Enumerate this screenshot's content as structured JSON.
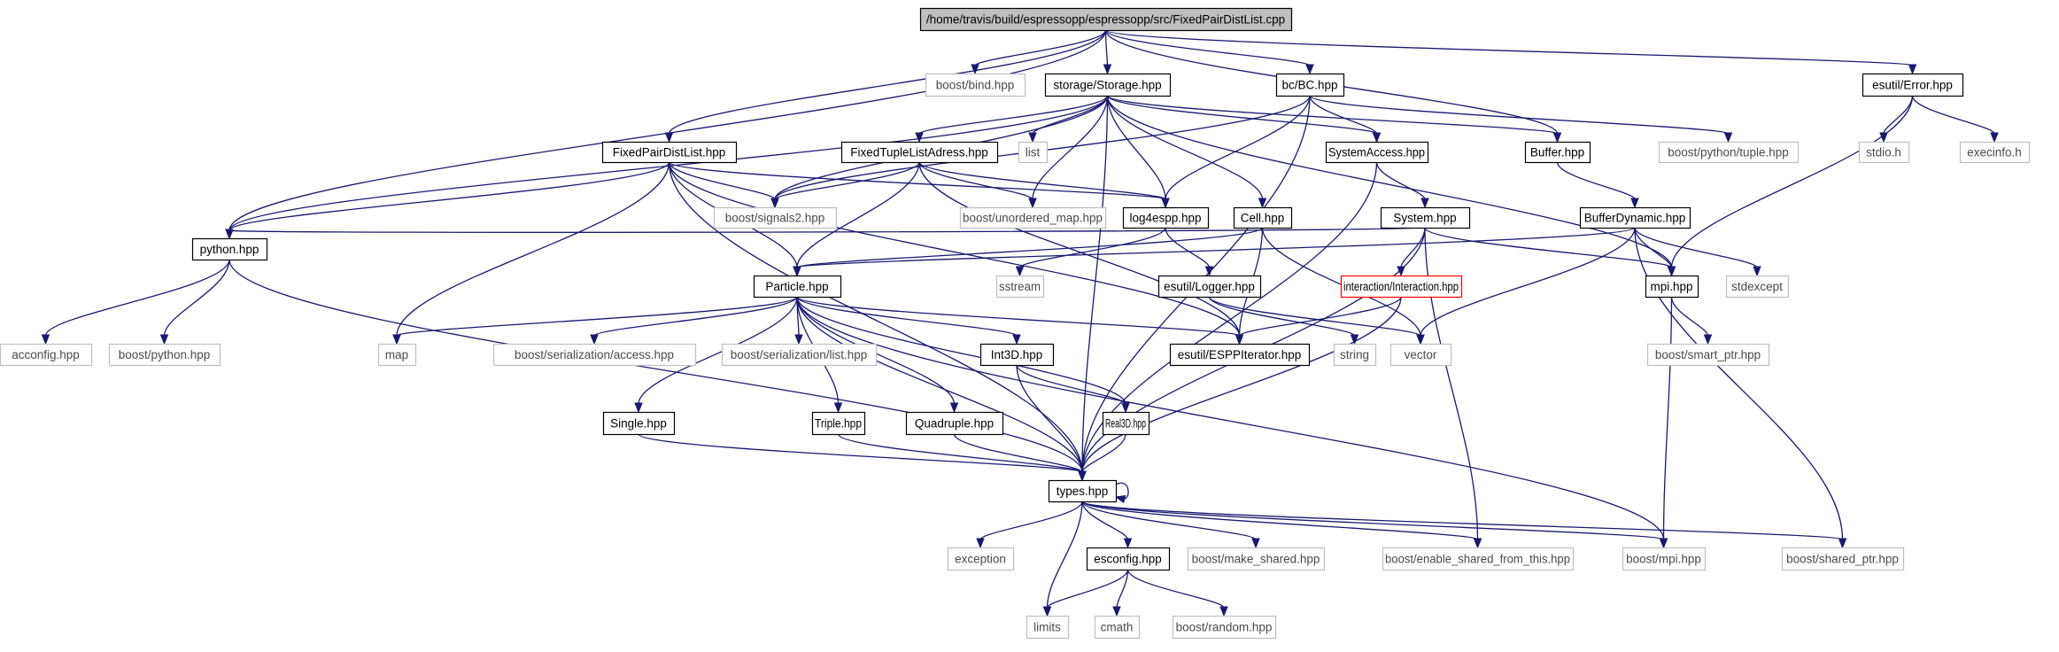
{
  "colors": {
    "edge": "#191970",
    "internal_border": "#000000",
    "external_border": "#bfbfbf",
    "root_fill": "#bfbfbf",
    "highlight_border": "#ff0000"
  },
  "nodes": [
    {
      "id": "root",
      "label": "/home/travis/build/espressopp/espressopp/src/FixedPairDistList.cpp",
      "kind": "root"
    },
    {
      "id": "python",
      "label": "python.hpp",
      "kind": "internal"
    },
    {
      "id": "fpdl",
      "label": "FixedPairDistList.hpp",
      "kind": "internal"
    },
    {
      "id": "bind",
      "label": "boost/bind.hpp",
      "kind": "external"
    },
    {
      "id": "storage",
      "label": "storage/Storage.hpp",
      "kind": "internal"
    },
    {
      "id": "bc",
      "label": "bc/BC.hpp",
      "kind": "internal"
    },
    {
      "id": "buffer",
      "label": "Buffer.hpp",
      "kind": "internal"
    },
    {
      "id": "error",
      "label": "esutil/Error.hpp",
      "kind": "internal"
    },
    {
      "id": "pytuple",
      "label": "boost/python/tuple.hpp",
      "kind": "external"
    },
    {
      "id": "stdio",
      "label": "stdio.h",
      "kind": "external"
    },
    {
      "id": "execinfo",
      "label": "execinfo.h",
      "kind": "external"
    },
    {
      "id": "list",
      "label": "list",
      "kind": "external"
    },
    {
      "id": "ftla",
      "label": "FixedTupleListAdress.hpp",
      "kind": "internal"
    },
    {
      "id": "sysacc",
      "label": "SystemAccess.hpp",
      "kind": "internal"
    },
    {
      "id": "signals2",
      "label": "boost/signals2.hpp",
      "kind": "external"
    },
    {
      "id": "unordered",
      "label": "boost/unordered_map.hpp",
      "kind": "external"
    },
    {
      "id": "log4espp",
      "label": "log4espp.hpp",
      "kind": "internal"
    },
    {
      "id": "cell",
      "label": "Cell.hpp",
      "kind": "internal"
    },
    {
      "id": "system",
      "label": "System.hpp",
      "kind": "internal"
    },
    {
      "id": "bufdyn",
      "label": "BufferDynamic.hpp",
      "kind": "internal"
    },
    {
      "id": "particle",
      "label": "Particle.hpp",
      "kind": "internal"
    },
    {
      "id": "sstream",
      "label": "sstream",
      "kind": "external"
    },
    {
      "id": "logger",
      "label": "esutil/Logger.hpp",
      "kind": "internal"
    },
    {
      "id": "interaction",
      "label": "interaction/Interaction.hpp",
      "kind": "highlight"
    },
    {
      "id": "mpi",
      "label": "mpi.hpp",
      "kind": "internal"
    },
    {
      "id": "stdexcept",
      "label": "stdexcept",
      "kind": "external"
    },
    {
      "id": "acconfig",
      "label": "acconfig.hpp",
      "kind": "external"
    },
    {
      "id": "boostpython",
      "label": "boost/python.hpp",
      "kind": "external"
    },
    {
      "id": "map",
      "label": "map",
      "kind": "external"
    },
    {
      "id": "seracc",
      "label": "boost/serialization/access.hpp",
      "kind": "external"
    },
    {
      "id": "serlist",
      "label": "boost/serialization/list.hpp",
      "kind": "external"
    },
    {
      "id": "espp",
      "label": "esutil/ESPPIterator.hpp",
      "kind": "internal"
    },
    {
      "id": "string",
      "label": "string",
      "kind": "external"
    },
    {
      "id": "vector",
      "label": "vector",
      "kind": "external"
    },
    {
      "id": "smartptr",
      "label": "boost/smart_ptr.hpp",
      "kind": "external"
    },
    {
      "id": "int3d",
      "label": "Int3D.hpp",
      "kind": "internal"
    },
    {
      "id": "single",
      "label": "Single.hpp",
      "kind": "internal"
    },
    {
      "id": "triple",
      "label": "Triple.hpp",
      "kind": "internal"
    },
    {
      "id": "quadruple",
      "label": "Quadruple.hpp",
      "kind": "internal"
    },
    {
      "id": "real3d",
      "label": "Real3D.hpp",
      "kind": "internal"
    },
    {
      "id": "types",
      "label": "types.hpp",
      "kind": "internal"
    },
    {
      "id": "exception",
      "label": "exception",
      "kind": "external"
    },
    {
      "id": "esconfig",
      "label": "esconfig.hpp",
      "kind": "internal"
    },
    {
      "id": "makeshared",
      "label": "boost/make_shared.hpp",
      "kind": "external"
    },
    {
      "id": "enableshared",
      "label": "boost/enable_shared_from_this.hpp",
      "kind": "external"
    },
    {
      "id": "boostmpi",
      "label": "boost/mpi.hpp",
      "kind": "external"
    },
    {
      "id": "sharedptr",
      "label": "boost/shared_ptr.hpp",
      "kind": "external"
    },
    {
      "id": "limits",
      "label": "limits",
      "kind": "external"
    },
    {
      "id": "cmath",
      "label": "cmath",
      "kind": "external"
    },
    {
      "id": "random",
      "label": "boost/random.hpp",
      "kind": "external"
    }
  ],
  "edges": [
    [
      "root",
      "python"
    ],
    [
      "root",
      "fpdl"
    ],
    [
      "root",
      "bind"
    ],
    [
      "root",
      "storage"
    ],
    [
      "root",
      "bc"
    ],
    [
      "root",
      "buffer"
    ],
    [
      "root",
      "error"
    ],
    [
      "error",
      "stdio"
    ],
    [
      "error",
      "execinfo"
    ],
    [
      "error",
      "mpi"
    ],
    [
      "bc",
      "pytuple"
    ],
    [
      "bc",
      "sysacc"
    ],
    [
      "bc",
      "signals2"
    ],
    [
      "bc",
      "log4espp"
    ],
    [
      "bc",
      "types"
    ],
    [
      "storage",
      "python"
    ],
    [
      "storage",
      "list"
    ],
    [
      "storage",
      "ftla"
    ],
    [
      "storage",
      "sysacc"
    ],
    [
      "storage",
      "buffer"
    ],
    [
      "storage",
      "signals2"
    ],
    [
      "storage",
      "unordered"
    ],
    [
      "storage",
      "log4espp"
    ],
    [
      "storage",
      "cell"
    ],
    [
      "storage",
      "mpi"
    ],
    [
      "storage",
      "types"
    ],
    [
      "fpdl",
      "python"
    ],
    [
      "fpdl",
      "signals2"
    ],
    [
      "fpdl",
      "log4espp"
    ],
    [
      "fpdl",
      "particle"
    ],
    [
      "fpdl",
      "map"
    ],
    [
      "fpdl",
      "espp"
    ],
    [
      "fpdl",
      "types"
    ],
    [
      "ftla",
      "signals2"
    ],
    [
      "ftla",
      "unordered"
    ],
    [
      "ftla",
      "log4espp"
    ],
    [
      "ftla",
      "particle"
    ],
    [
      "ftla",
      "espp"
    ],
    [
      "buffer",
      "bufdyn"
    ],
    [
      "bufdyn",
      "particle"
    ],
    [
      "bufdyn",
      "mpi"
    ],
    [
      "bufdyn",
      "stdexcept"
    ],
    [
      "bufdyn",
      "vector"
    ],
    [
      "bufdyn",
      "sharedptr"
    ],
    [
      "sysacc",
      "system"
    ],
    [
      "sysacc",
      "types"
    ],
    [
      "system",
      "python"
    ],
    [
      "system",
      "mpi"
    ],
    [
      "system",
      "interaction"
    ],
    [
      "system",
      "types"
    ],
    [
      "system",
      "enableshared"
    ],
    [
      "interaction",
      "espp"
    ],
    [
      "interaction",
      "types"
    ],
    [
      "log4espp",
      "sstream"
    ],
    [
      "log4espp",
      "logger"
    ],
    [
      "logger",
      "string"
    ],
    [
      "logger",
      "vector"
    ],
    [
      "cell",
      "particle"
    ],
    [
      "cell",
      "espp"
    ],
    [
      "cell",
      "vector"
    ],
    [
      "python",
      "acconfig"
    ],
    [
      "python",
      "boostpython"
    ],
    [
      "python",
      "types"
    ],
    [
      "particle",
      "map"
    ],
    [
      "particle",
      "seracc"
    ],
    [
      "particle",
      "serlist"
    ],
    [
      "particle",
      "espp"
    ],
    [
      "particle",
      "int3d"
    ],
    [
      "particle",
      "single"
    ],
    [
      "particle",
      "triple"
    ],
    [
      "particle",
      "quadruple"
    ],
    [
      "particle",
      "real3d"
    ],
    [
      "particle",
      "types"
    ],
    [
      "particle",
      "boostmpi"
    ],
    [
      "int3d",
      "real3d"
    ],
    [
      "int3d",
      "types"
    ],
    [
      "single",
      "types"
    ],
    [
      "triple",
      "types"
    ],
    [
      "quadruple",
      "types"
    ],
    [
      "real3d",
      "types"
    ],
    [
      "mpi",
      "smartptr"
    ],
    [
      "mpi",
      "boostmpi"
    ],
    [
      "types",
      "types"
    ],
    [
      "types",
      "exception"
    ],
    [
      "types",
      "limits"
    ],
    [
      "types",
      "esconfig"
    ],
    [
      "types",
      "makeshared"
    ],
    [
      "types",
      "enableshared"
    ],
    [
      "types",
      "boostmpi"
    ],
    [
      "types",
      "sharedptr"
    ],
    [
      "esconfig",
      "limits"
    ],
    [
      "esconfig",
      "cmath"
    ],
    [
      "esconfig",
      "random"
    ]
  ]
}
